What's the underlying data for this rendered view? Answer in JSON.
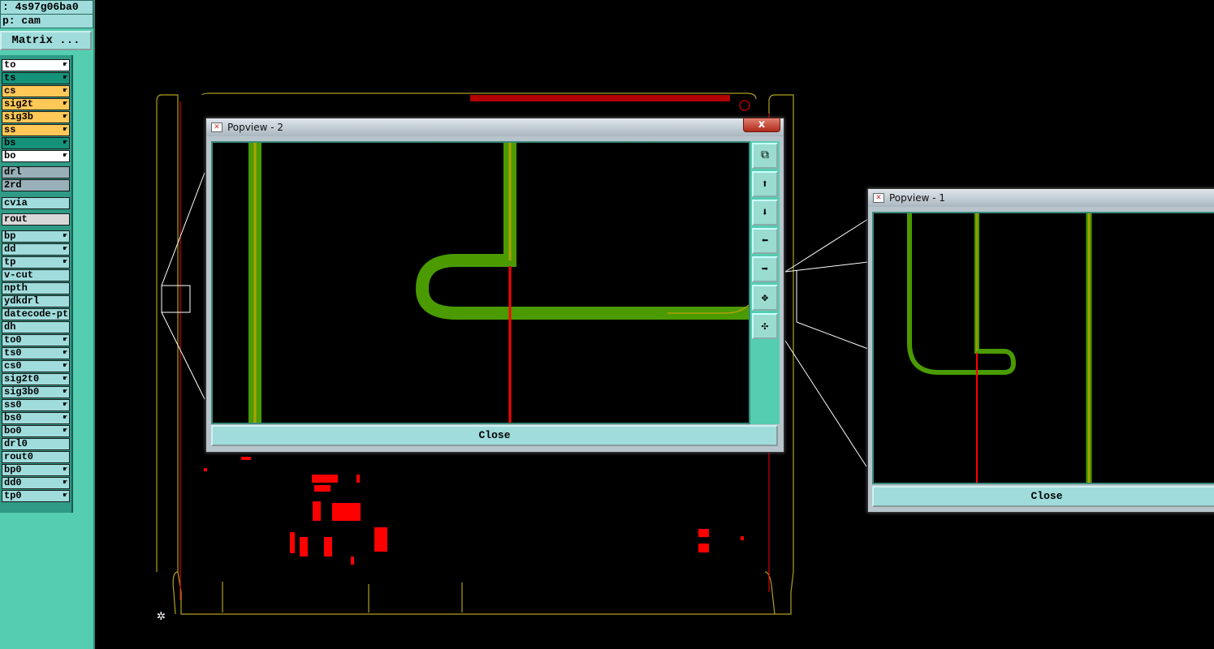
{
  "header": {
    "job": ": 4s97g06ba0",
    "step": "p: cam",
    "matrix_button": "Matrix ..."
  },
  "layers": [
    {
      "name": "to",
      "color": "#ffffff",
      "hand": true
    },
    {
      "name": "ts",
      "color": "#15937a",
      "hand": true
    },
    {
      "name": "cs",
      "color": "#ffc857",
      "hand": true
    },
    {
      "name": "sig2t",
      "color": "#ffc857",
      "hand": true
    },
    {
      "name": "sig3b",
      "color": "#ffc857",
      "hand": true
    },
    {
      "name": "ss",
      "color": "#ffc857",
      "hand": true
    },
    {
      "name": "bs",
      "color": "#15937a",
      "hand": true
    },
    {
      "name": "bo",
      "color": "#ffffff",
      "hand": true
    },
    {
      "name": "drl",
      "color": "#9ab0b8",
      "hand": false
    },
    {
      "name": "2rd",
      "color": "#9ab0b8",
      "hand": false
    },
    {
      "name": "cvia",
      "color": "#a0dcdc",
      "hand": false
    },
    {
      "name": "rout",
      "color": "#d8d8d8",
      "hand": false
    },
    {
      "name": "bp",
      "color": "#a0dcdc",
      "hand": true
    },
    {
      "name": "dd",
      "color": "#a0dcdc",
      "hand": true
    },
    {
      "name": "tp",
      "color": "#a0dcdc",
      "hand": true
    },
    {
      "name": "v-cut",
      "color": "#a0dcdc",
      "hand": false
    },
    {
      "name": "npth",
      "color": "#a0dcdc",
      "hand": false
    },
    {
      "name": "ydkdrl",
      "color": "#a0dcdc",
      "hand": false
    },
    {
      "name": "datecode-pte",
      "color": "#a0dcdc",
      "hand": false
    },
    {
      "name": "dh",
      "color": "#a0dcdc",
      "hand": false
    },
    {
      "name": "to0",
      "color": "#a0dcdc",
      "hand": true
    },
    {
      "name": "ts0",
      "color": "#a0dcdc",
      "hand": true
    },
    {
      "name": "cs0",
      "color": "#a0dcdc",
      "hand": true
    },
    {
      "name": "sig2t0",
      "color": "#a0dcdc",
      "hand": true
    },
    {
      "name": "sig3b0",
      "color": "#a0dcdc",
      "hand": true
    },
    {
      "name": "ss0",
      "color": "#a0dcdc",
      "hand": true
    },
    {
      "name": "bs0",
      "color": "#a0dcdc",
      "hand": true
    },
    {
      "name": "bo0",
      "color": "#a0dcdc",
      "hand": true
    },
    {
      "name": "drl0",
      "color": "#a0dcdc",
      "hand": false
    },
    {
      "name": "rout0",
      "color": "#a0dcdc",
      "hand": false
    },
    {
      "name": "bp0",
      "color": "#a0dcdc",
      "hand": true
    },
    {
      "name": "dd0",
      "color": "#a0dcdc",
      "hand": true
    },
    {
      "name": "tp0",
      "color": "#a0dcdc",
      "hand": true
    }
  ],
  "popview2": {
    "title": "Popview - 2",
    "close_label": "Close",
    "close_x": "x",
    "tools": [
      "zoom-back-icon",
      "pan-up-icon",
      "pan-down-icon",
      "pan-left-icon",
      "pan-right-icon",
      "zoom-fit-icon",
      "pan-center-icon"
    ]
  },
  "popview1": {
    "title": "Popview - 1",
    "close_label": "Close"
  },
  "colors": {
    "trace": "#4a9a00",
    "trace_center": "#b0a000",
    "red": "#ff0000",
    "outline": "#b0a020"
  }
}
